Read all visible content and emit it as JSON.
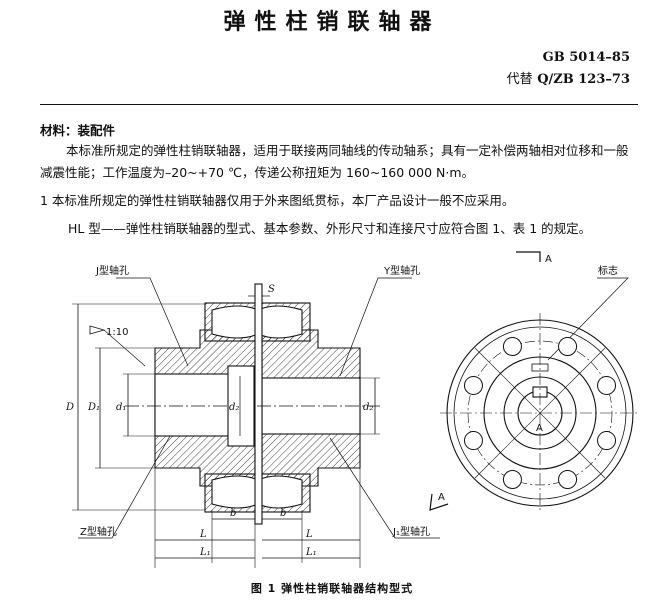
{
  "title": "弹性柱销联轴器",
  "standard": {
    "number": "GB 5014–85",
    "replaces_prefix": "代替",
    "replaces": "Q/ZB 123–73"
  },
  "materials_label": "材料：装配件",
  "paragraph1": "本标准所规定的弹性柱销联轴器，适用于联接两同轴线的传动轴系；具有一定补偿两轴相对位移和一般减震性能；工作温度为–20~+70 ℃，传递公称扭矩为 160~160 000 N·m。",
  "paragraph2": "1   本标准所规定的弹性柱销联轴器仅用于外来图纸贯标，本厂产品设计一般不应采用。",
  "paragraph3": "HL 型——弹性柱销联轴器的型式、基本参数、外形尺寸和连接尺寸应符合图 1、表 1 的规定。",
  "figure": {
    "labels": {
      "j_hole": "J型轴孔",
      "y_hole": "Y型轴孔",
      "z_hole": "Z型轴孔",
      "j1_hole": "J₁型轴孔",
      "taper": "1:10",
      "mark": "标志",
      "section_a": "A",
      "dim_s": "S",
      "dim_D": "D",
      "dim_D1": "D₁",
      "dim_d1": "d₁",
      "dim_d2": "d₂",
      "dim_dz": "d₂",
      "dim_b_left": "b",
      "dim_b_right": "b",
      "dim_L_left": "L",
      "dim_L_right": "L",
      "dim_L1_left": "L₁",
      "dim_L1_right": "L₁"
    },
    "caption": "图 1    弹性柱销联轴器结构型式"
  }
}
